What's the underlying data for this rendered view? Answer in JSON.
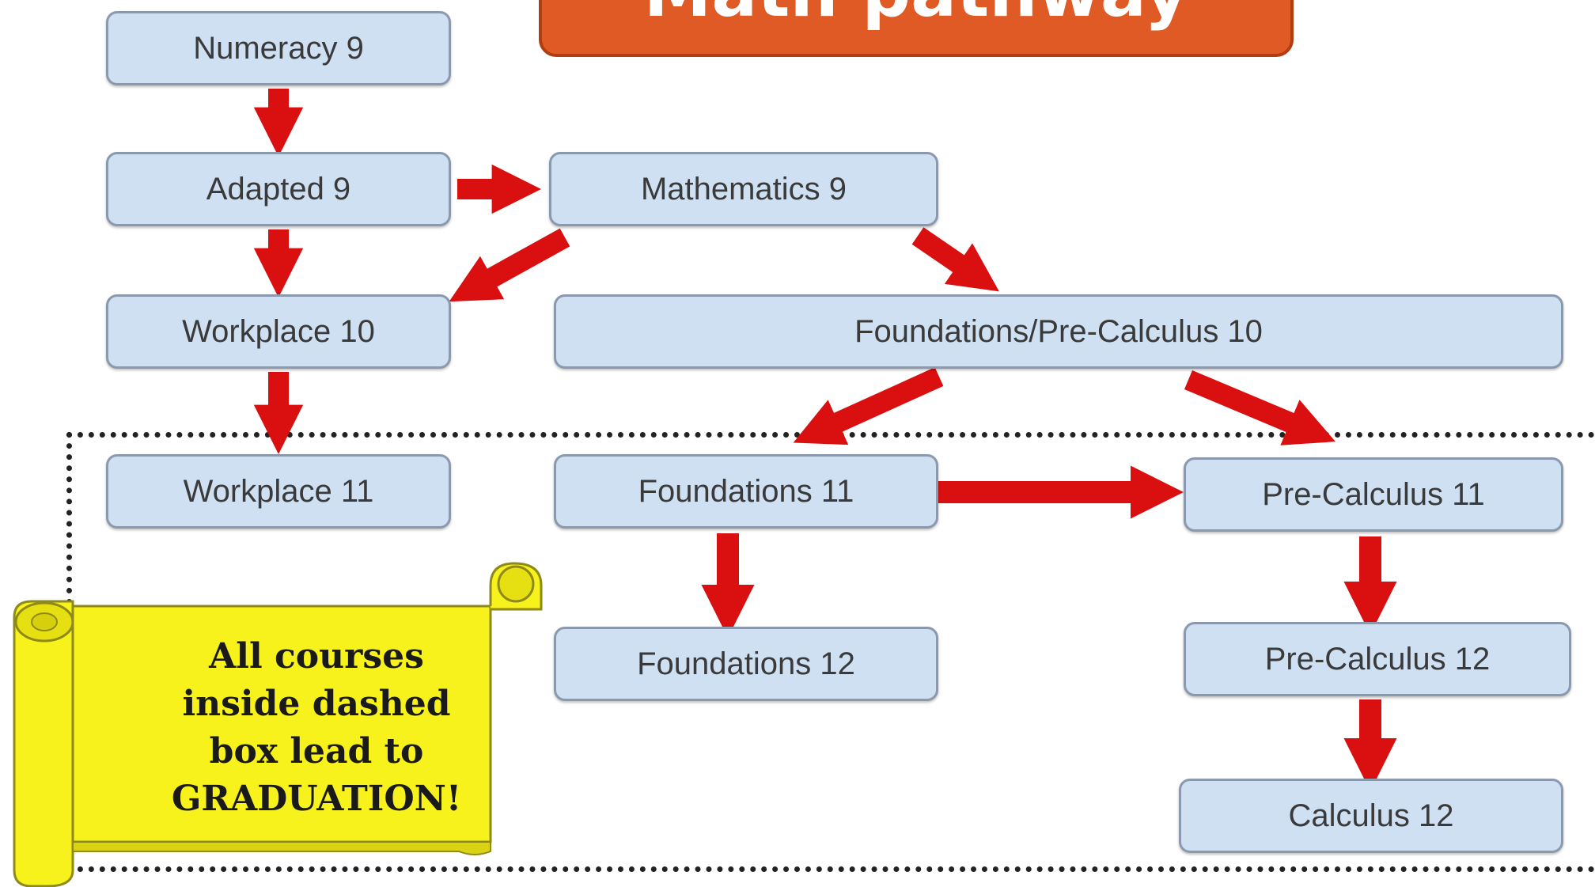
{
  "title": "Math pathway",
  "courses": {
    "numeracy_9": "Numeracy 9",
    "adapted_9": "Adapted 9",
    "mathematics_9": "Mathematics 9",
    "workplace_10": "Workplace 10",
    "foundations_precalc_10": "Foundations/Pre-Calculus 10",
    "workplace_11": "Workplace 11",
    "foundations_11": "Foundations 11",
    "precalculus_11": "Pre-Calculus 11",
    "foundations_12": "Foundations 12",
    "precalculus_12": "Pre-Calculus 12",
    "calculus_12": "Calculus 12"
  },
  "note": "All courses\ninside dashed\nbox lead to\nGRADUATION!",
  "colors": {
    "banner": "#e05a26",
    "box_fill": "#cfe0f3",
    "box_border": "#8a99ad",
    "arrow": "#d90f10",
    "scroll": "#f7f21c"
  }
}
